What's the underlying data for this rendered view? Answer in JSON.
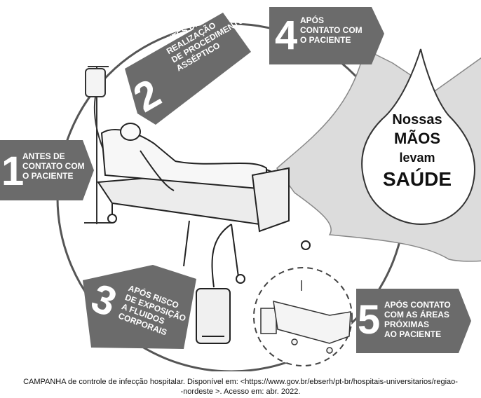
{
  "steps": [
    {
      "number": "1",
      "lines": [
        "ANTES DE",
        "CONTATO COM",
        "O PACIENTE"
      ]
    },
    {
      "number": "2",
      "lines": [
        "ANTES DA",
        "REALIZAÇÃO",
        "DE PROCEDIMENTO",
        "ASSÉPTICO"
      ]
    },
    {
      "number": "3",
      "lines": [
        "APÓS RISCO",
        "DE EXPOSIÇÃO",
        "A FLUIDOS",
        "CORPORAIS"
      ]
    },
    {
      "number": "4",
      "lines": [
        "APÓS",
        "CONTATO COM",
        "O PACIENTE"
      ]
    },
    {
      "number": "5",
      "lines": [
        "APÓS CONTATO",
        "COM AS ÁREAS",
        "PRÓXIMAS",
        "AO PACIENTE"
      ]
    }
  ],
  "drop": {
    "line1": "Nossas",
    "line2": "MÃOS",
    "line3": "levam",
    "line4": "SAÚDE"
  },
  "caption": {
    "line1": "CAMPANHA de controle de infecção hospitalar. Disponível em: <https://www.gov.br/ebserh/pt-br/hospitais-universitarios/regiao-",
    "line2": "-nordeste >. Acesso em: abr. 2022."
  },
  "colors": {
    "arrow": "#6b6b6b",
    "hand": "#d9d9d9",
    "circle": "#555555"
  }
}
